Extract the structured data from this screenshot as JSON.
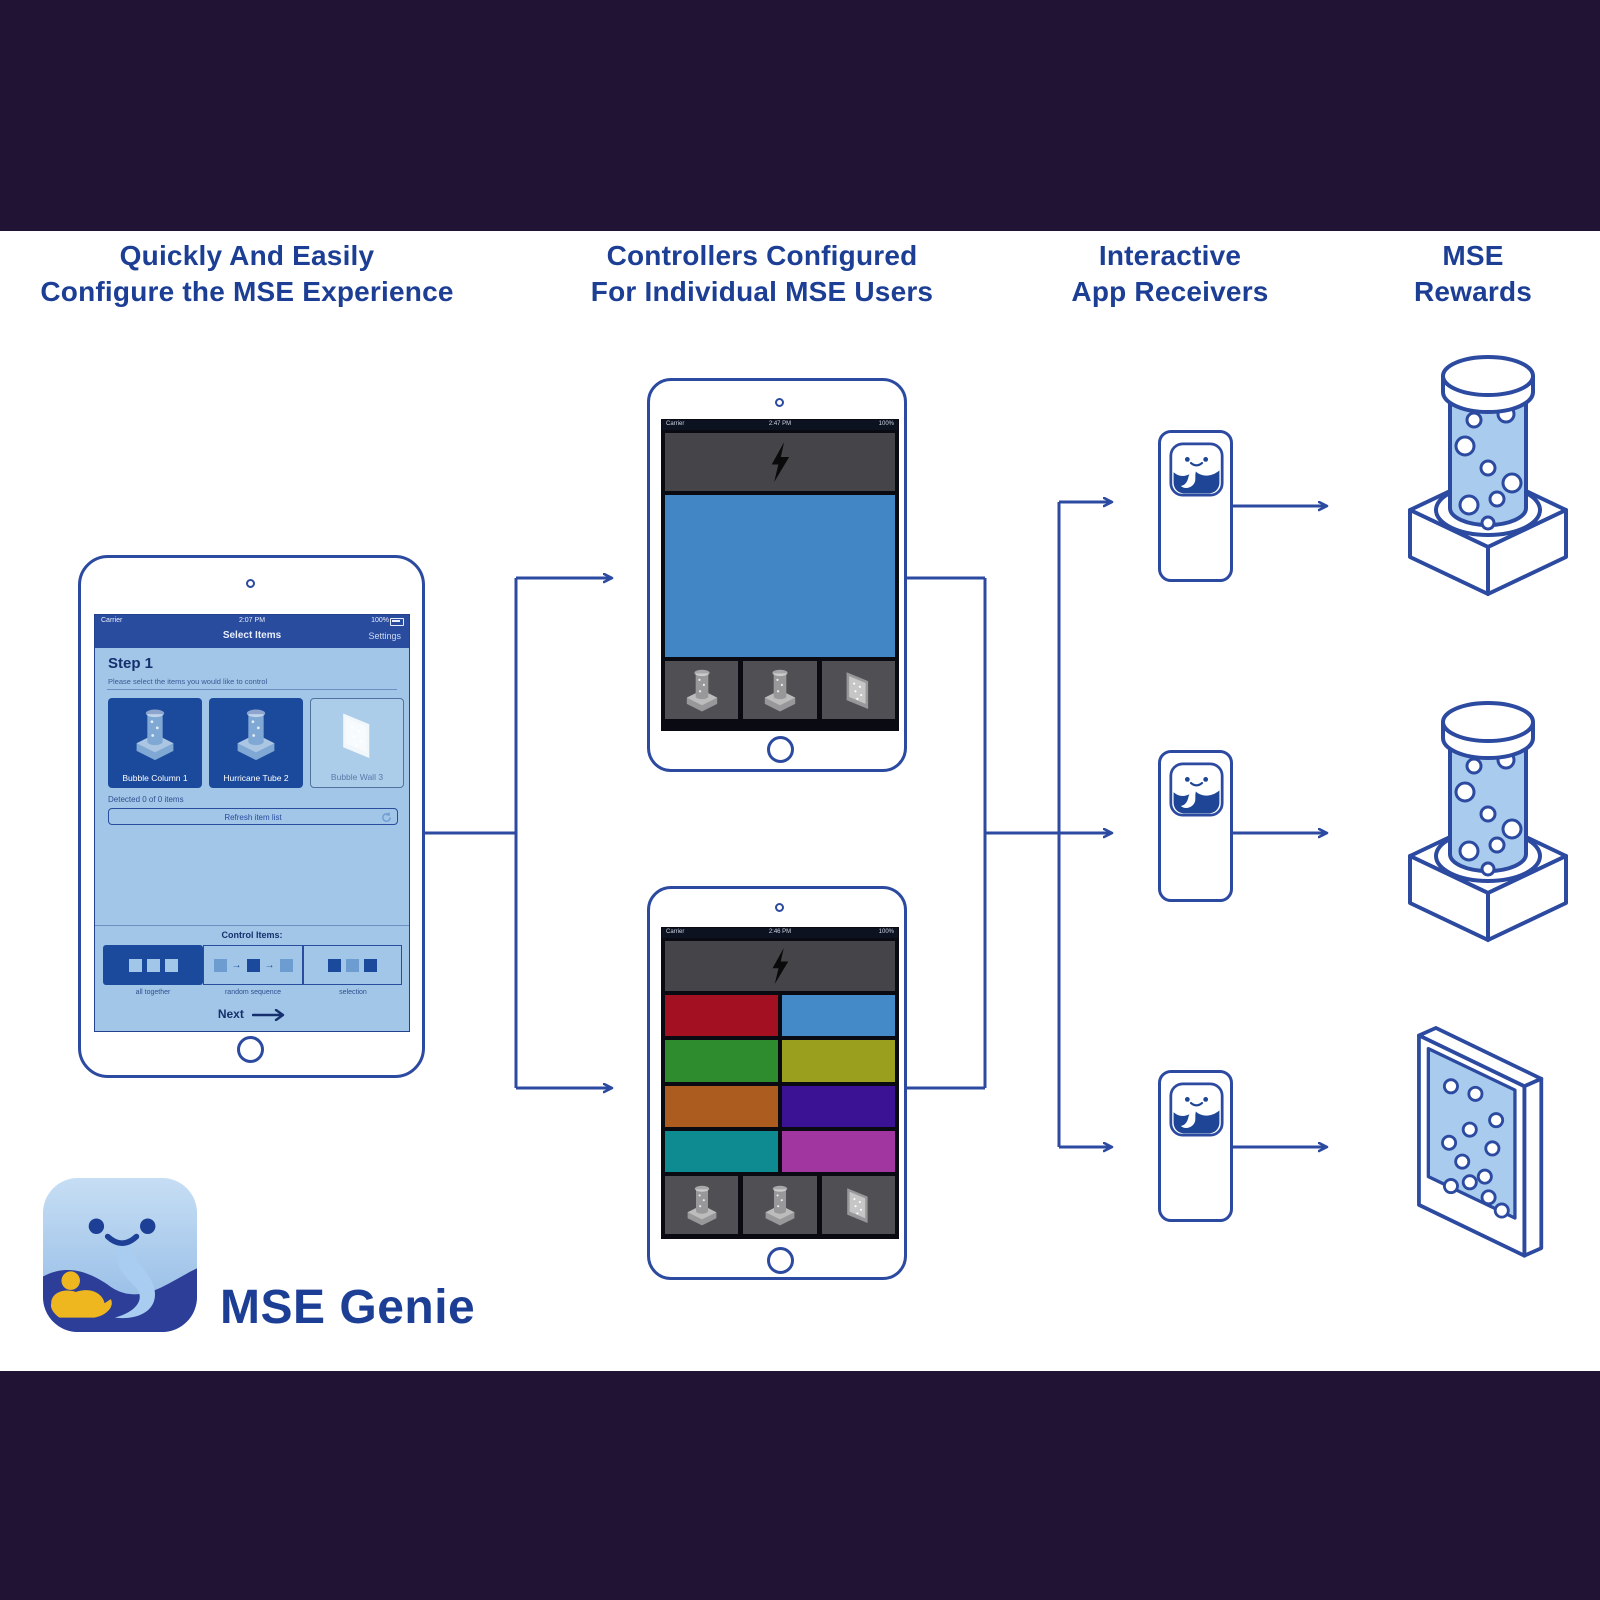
{
  "headings": {
    "col1_line1": "Quickly And Easily",
    "col1_line2": "Configure the MSE Experience",
    "col2_line1": "Controllers Configured",
    "col2_line2": "For Individual MSE Users",
    "col3_line1": "Interactive",
    "col3_line2": "App Receivers",
    "col4_line1": "MSE",
    "col4_line2": "Rewards"
  },
  "config_ipad": {
    "status": {
      "carrier": "Carrier",
      "time": "2:07 PM",
      "battery": "100%"
    },
    "nav": {
      "title": "Select Items",
      "settings": "Settings"
    },
    "step_title": "Step 1",
    "step_subtitle": "Please select the items you would like to control",
    "items": [
      {
        "label": "Bubble Column 1",
        "selected": true
      },
      {
        "label": "Hurricane Tube 2",
        "selected": true
      },
      {
        "label": "Bubble Wall 3",
        "selected": false
      }
    ],
    "detected_text": "Detected 0 of 0 items",
    "refresh_button_label": "Refresh item list",
    "control_items_label": "Control Items:",
    "control_modes": [
      {
        "label": "all together",
        "selected": true
      },
      {
        "label": "random sequence",
        "selected": false
      },
      {
        "label": "selection",
        "selected": false
      }
    ],
    "next_label": "Next"
  },
  "controller_ipads": {
    "top": {
      "status": {
        "carrier": "Carrier",
        "time": "2:47 PM",
        "battery": "100%"
      }
    },
    "bottom": {
      "status": {
        "carrier": "Carrier",
        "time": "2:46 PM",
        "battery": "100%"
      },
      "tile_colors": [
        "#a21021",
        "#4489c8",
        "#2e8b2e",
        "#9aa01e",
        "#ad5c20",
        "#3b1293",
        "#0e8b90",
        "#a136a0"
      ]
    }
  },
  "logo": {
    "app_name": "MSE Genie"
  },
  "colors": {
    "band": "#211334",
    "heading_blue": "#1c3e94",
    "line_blue": "#2b4aa0",
    "navbar_blue": "#2a4c9e",
    "screen_light_blue": "#a2c6e8",
    "selected_card_blue": "#1b4a9c",
    "controller_header_gray": "#454549",
    "controller_panel_blue": "#4286c5",
    "cylinder_fill": "#a9cbee",
    "lamp_yellow": "#eeb720"
  }
}
